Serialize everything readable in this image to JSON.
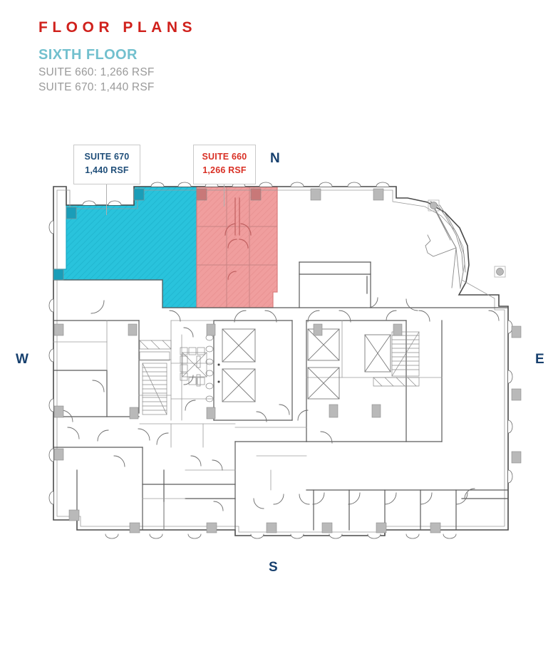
{
  "header": {
    "title": "FLOOR PLANS",
    "level": "SIXTH FLOOR",
    "summary": [
      "SUITE 660: 1,266 RSF",
      "SUITE 670: 1,440 RSF"
    ]
  },
  "callouts": [
    {
      "id": "suite-670",
      "suite": "SUITE 670",
      "area": "1,440 RSF",
      "color": "#1F4E79"
    },
    {
      "id": "suite-660",
      "suite": "SUITE 660",
      "area": "1,266 RSF",
      "color": "#D93025"
    }
  ],
  "compass": {
    "north": "N",
    "west": "W",
    "east": "E",
    "south": "S"
  },
  "colors": {
    "title_red": "#D0211C",
    "level_teal": "#72C0CE",
    "summary_gray": "#9a9a9a",
    "suite_670_fill": "#29C3DC",
    "suite_670_stroke": "#14A6C4",
    "suite_660_fill": "#F09E9E",
    "suite_660_stroke": "#D97C7C",
    "compass_navy": "#17406E",
    "wall_dark": "#4a4a4a",
    "wall_light": "#9b9b9b",
    "column_gray": "#b9b9b9",
    "background": "#ffffff"
  },
  "plan": {
    "type": "architectural-floor-plan",
    "floor": "6",
    "highlighted_suites": [
      {
        "name": "SUITE 670",
        "rsf": 1440,
        "fill": "#29C3DC",
        "position": "northwest"
      },
      {
        "name": "SUITE 660",
        "rsf": 1266,
        "fill": "#F09E9E",
        "position": "north-center"
      }
    ],
    "features": [
      "elevator-bank",
      "stair-core-west",
      "stair-core-east",
      "restrooms",
      "curved-bay-northeast",
      "perimeter-columns",
      "south-office-suite-row"
    ]
  }
}
